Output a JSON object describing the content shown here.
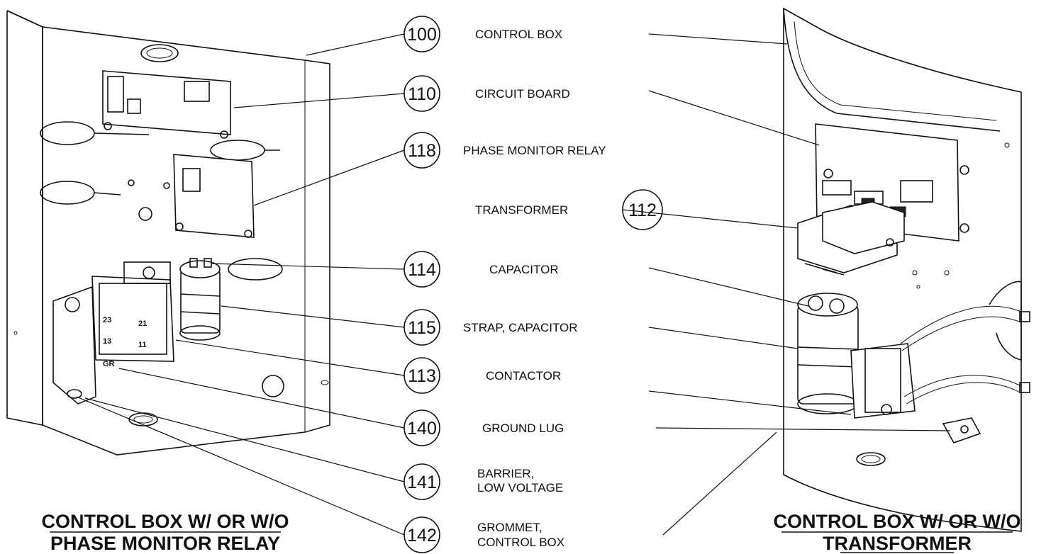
{
  "callouts": [
    {
      "num": "100",
      "label1": "CONTROL BOX",
      "label2": ""
    },
    {
      "num": "110",
      "label1": "CIRCUIT BOARD",
      "label2": ""
    },
    {
      "num": "118",
      "label1": "PHASE MONITOR RELAY",
      "label2": ""
    },
    {
      "num": "112",
      "label1": "TRANSFORMER",
      "label2": ""
    },
    {
      "num": "114",
      "label1": "CAPACITOR",
      "label2": ""
    },
    {
      "num": "115",
      "label1": "STRAP, CAPACITOR",
      "label2": ""
    },
    {
      "num": "113",
      "label1": "CONTACTOR",
      "label2": ""
    },
    {
      "num": "140",
      "label1": "GROUND LUG",
      "label2": ""
    },
    {
      "num": "141",
      "label1": "BARRIER,",
      "label2": "LOW VOLTAGE"
    },
    {
      "num": "142",
      "label1": "GROMMET,",
      "label2": "CONTROL BOX"
    }
  ],
  "captions": {
    "left_line1": "CONTROL BOX W/ OR W/O",
    "left_line2": "PHASE MONITOR RELAY",
    "right_line1": "CONTROL BOX W/ OR W/O",
    "right_line2": "TRANSFORMER"
  },
  "contactor_terminals": [
    "23",
    "21",
    "13",
    "11",
    "GR"
  ]
}
